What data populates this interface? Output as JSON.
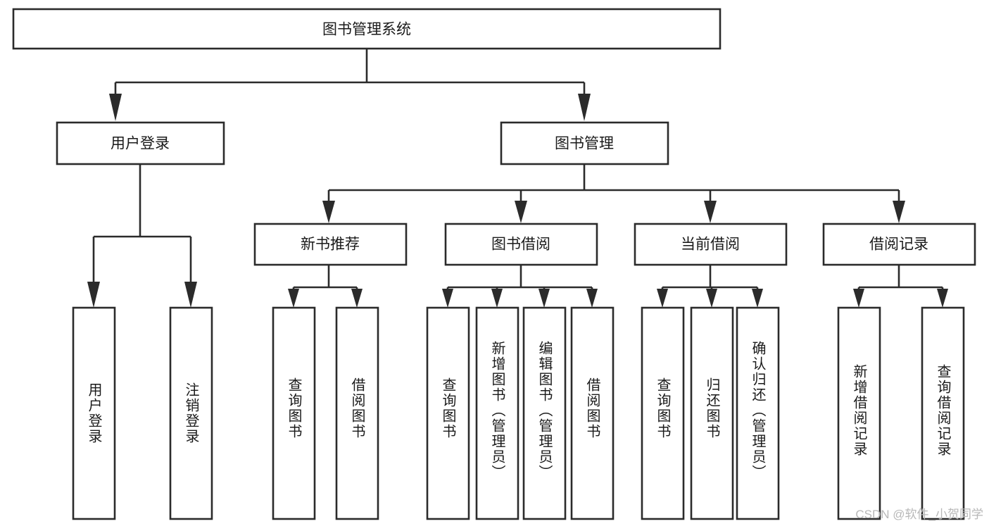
{
  "chart_data": {
    "type": "diagram",
    "diagram_kind": "tree-hierarchy-functional-structure",
    "title": "图书管理系统",
    "orientation": "top-down",
    "levels": 3,
    "nodes": [
      {
        "id": "root",
        "label": "图书管理系统",
        "level": 0,
        "parent": null
      },
      {
        "id": "login",
        "label": "用户登录",
        "level": 1,
        "parent": "root"
      },
      {
        "id": "bookmgmt",
        "label": "图书管理",
        "level": 1,
        "parent": "root"
      },
      {
        "id": "newbook",
        "label": "新书推荐",
        "level": 2,
        "parent": "bookmgmt"
      },
      {
        "id": "borrow",
        "label": "图书借阅",
        "level": 2,
        "parent": "bookmgmt"
      },
      {
        "id": "current",
        "label": "当前借阅",
        "level": 2,
        "parent": "bookmgmt"
      },
      {
        "id": "records",
        "label": "借阅记录",
        "level": 2,
        "parent": "bookmgmt"
      },
      {
        "id": "leaf1",
        "label": "用户登录",
        "level": 3,
        "parent": "login"
      },
      {
        "id": "leaf2",
        "label": "注销登录",
        "level": 3,
        "parent": "login"
      },
      {
        "id": "leaf3",
        "label": "查询图书",
        "level": 3,
        "parent": "newbook"
      },
      {
        "id": "leaf4",
        "label": "借阅图书",
        "level": 3,
        "parent": "newbook"
      },
      {
        "id": "leaf5",
        "label": "查询图书",
        "level": 3,
        "parent": "borrow"
      },
      {
        "id": "leaf6",
        "label": "新增图书（管理员）",
        "level": 3,
        "parent": "borrow"
      },
      {
        "id": "leaf7",
        "label": "编辑图书（管理员）",
        "level": 3,
        "parent": "borrow"
      },
      {
        "id": "leaf8",
        "label": "借阅图书",
        "level": 3,
        "parent": "borrow"
      },
      {
        "id": "leaf9",
        "label": "查询图书",
        "level": 3,
        "parent": "current"
      },
      {
        "id": "leaf10",
        "label": "归还图书",
        "level": 3,
        "parent": "current"
      },
      {
        "id": "leaf11",
        "label": "确认归还（管理员）",
        "level": 3,
        "parent": "current"
      },
      {
        "id": "leaf12",
        "label": "新增借阅记录",
        "level": 3,
        "parent": "records"
      },
      {
        "id": "leaf13",
        "label": "查询借阅记录",
        "level": 3,
        "parent": "records"
      }
    ],
    "colors": {
      "background": "#ffffff",
      "node_fill": "#ffffff",
      "node_stroke": "#2b2b2b",
      "text": "#1a1a1a",
      "watermark": "#b8b8b8"
    }
  },
  "root": {
    "label": "图书管理系统"
  },
  "level1": [
    {
      "label": "用户登录"
    },
    {
      "label": "图书管理"
    }
  ],
  "level2": [
    {
      "label": "新书推荐"
    },
    {
      "label": "图书借阅"
    },
    {
      "label": "当前借阅"
    },
    {
      "label": "借阅记录"
    }
  ],
  "leaves": [
    {
      "label": "用户登录"
    },
    {
      "label": "注销登录"
    },
    {
      "label": "查询图书"
    },
    {
      "label": "借阅图书"
    },
    {
      "label": "查询图书"
    },
    {
      "label": "新增图书（管理员）"
    },
    {
      "label": "编辑图书（管理员）"
    },
    {
      "label": "借阅图书"
    },
    {
      "label": "查询图书"
    },
    {
      "label": "归还图书"
    },
    {
      "label": "确认归还（管理员）"
    },
    {
      "label": "新增借阅记录"
    },
    {
      "label": "查询借阅记录"
    }
  ],
  "watermark": {
    "text": "CSDN @软件_小贺同学"
  }
}
